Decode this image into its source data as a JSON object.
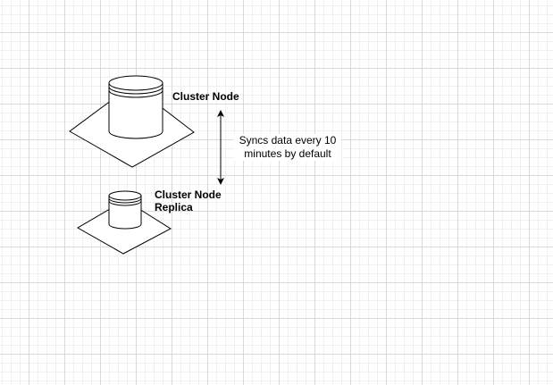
{
  "diagram": {
    "primary_node": {
      "label": "Cluster Node",
      "icon": "database-cylinder-icon"
    },
    "replica_node": {
      "label_line1": "Cluster Node",
      "label_line2": "Replica",
      "icon": "database-cylinder-icon"
    },
    "sync_note": {
      "line1": "Syncs data every 10",
      "line2": "minutes by default"
    },
    "connector": {
      "style": "double-headed-arrow",
      "color": "#000000"
    },
    "colors": {
      "stroke": "#000000",
      "fill": "#ffffff",
      "grid_major": "#d9d9d9",
      "grid_minor": "#f0f0f0"
    }
  }
}
